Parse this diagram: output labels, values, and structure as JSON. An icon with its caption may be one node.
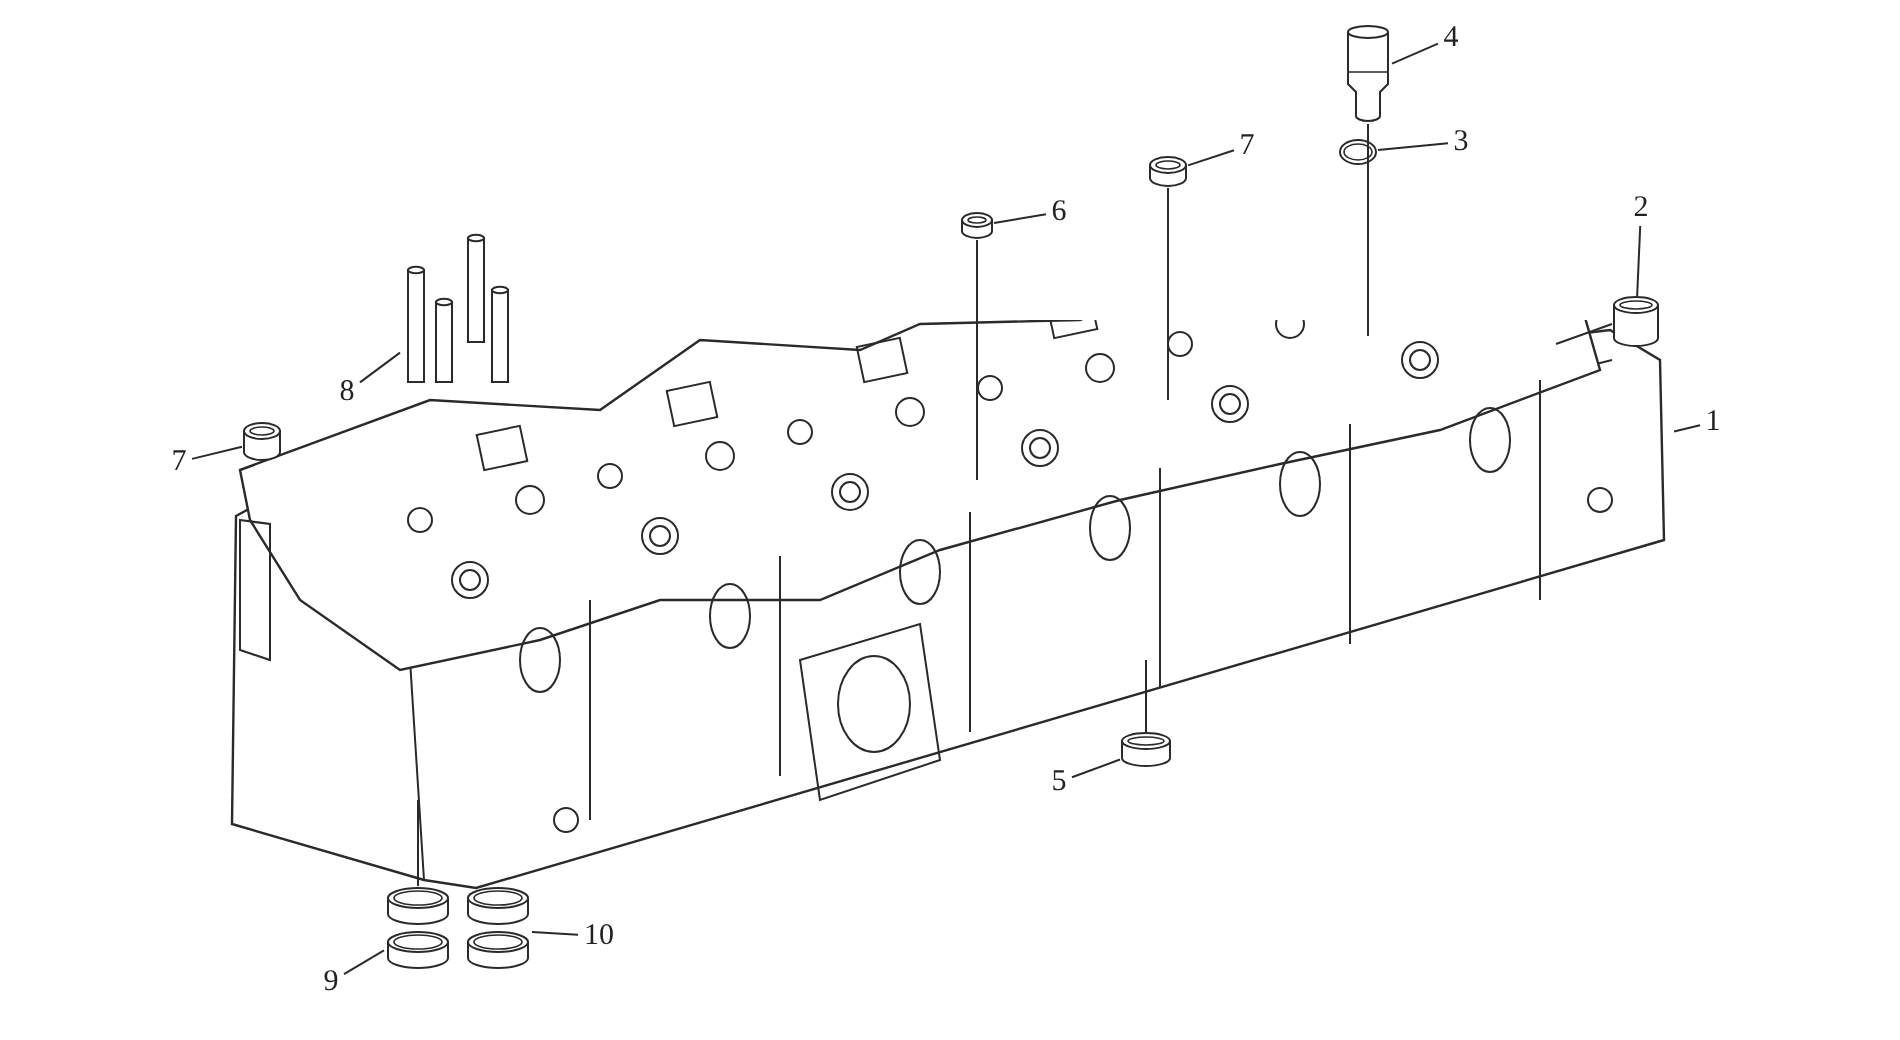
{
  "diagram": {
    "nodes": [
      {
        "text": [
          "4"
        ]
      },
      {
        "text": [
          "7"
        ]
      },
      {
        "text": [
          "3"
        ]
      },
      {
        "text": [
          "6"
        ]
      },
      {
        "text": [
          "2"
        ]
      },
      {
        "text": [
          "8"
        ]
      },
      {
        "text": [
          "7"
        ]
      },
      {
        "text": [
          "1"
        ]
      },
      {
        "text": [
          "5"
        ]
      },
      {
        "text": [
          "10"
        ]
      },
      {
        "text": [
          "9"
        ]
      },
      {
        "text": [],
        "shape": "picture"
      },
      {
        "text": [],
        "shape": "cylinder"
      },
      {
        "text": [],
        "shape": "ring"
      },
      {
        "text": [],
        "shape": "cylinder"
      },
      {
        "text": [],
        "shape": "cylinder"
      },
      {
        "text": [],
        "shape": "picture"
      },
      {
        "text": [],
        "shape": "cylinder"
      },
      {
        "text": [],
        "shape": "picture"
      },
      {
        "text": [],
        "shape": "cylinder"
      },
      {
        "text": [],
        "shape": "picture"
      },
      {
        "text": [],
        "shape": "picture"
      }
    ],
    "edges": [
      {
        "from": 0,
        "to": 11,
        "arrow": "none"
      },
      {
        "from": 1,
        "to": 12,
        "arrow": "none"
      },
      {
        "from": 2,
        "to": 13,
        "arrow": "none"
      },
      {
        "from": 3,
        "to": 14,
        "arrow": "none"
      },
      {
        "from": 4,
        "to": 15,
        "arrow": "none"
      },
      {
        "from": 5,
        "to": 16,
        "arrow": "none"
      },
      {
        "from": 6,
        "to": 17,
        "arrow": "none"
      },
      {
        "from": 7,
        "to": 18,
        "arrow": "none"
      },
      {
        "from": 8,
        "to": 19,
        "arrow": "none"
      },
      {
        "from": 9,
        "to": 20,
        "arrow": "none"
      },
      {
        "from": 10,
        "to": 21,
        "arrow": "none"
      },
      {
        "from": 11,
        "to": 18,
        "arrow": "none"
      },
      {
        "from": 12,
        "to": 18,
        "arrow": "none"
      },
      {
        "from": 14,
        "to": 18,
        "arrow": "none"
      },
      {
        "from": 15,
        "to": 18,
        "arrow": "none"
      },
      {
        "from": 19,
        "to": 18,
        "arrow": "none"
      },
      {
        "from": 21,
        "to": 18,
        "arrow": "none"
      }
    ]
  }
}
